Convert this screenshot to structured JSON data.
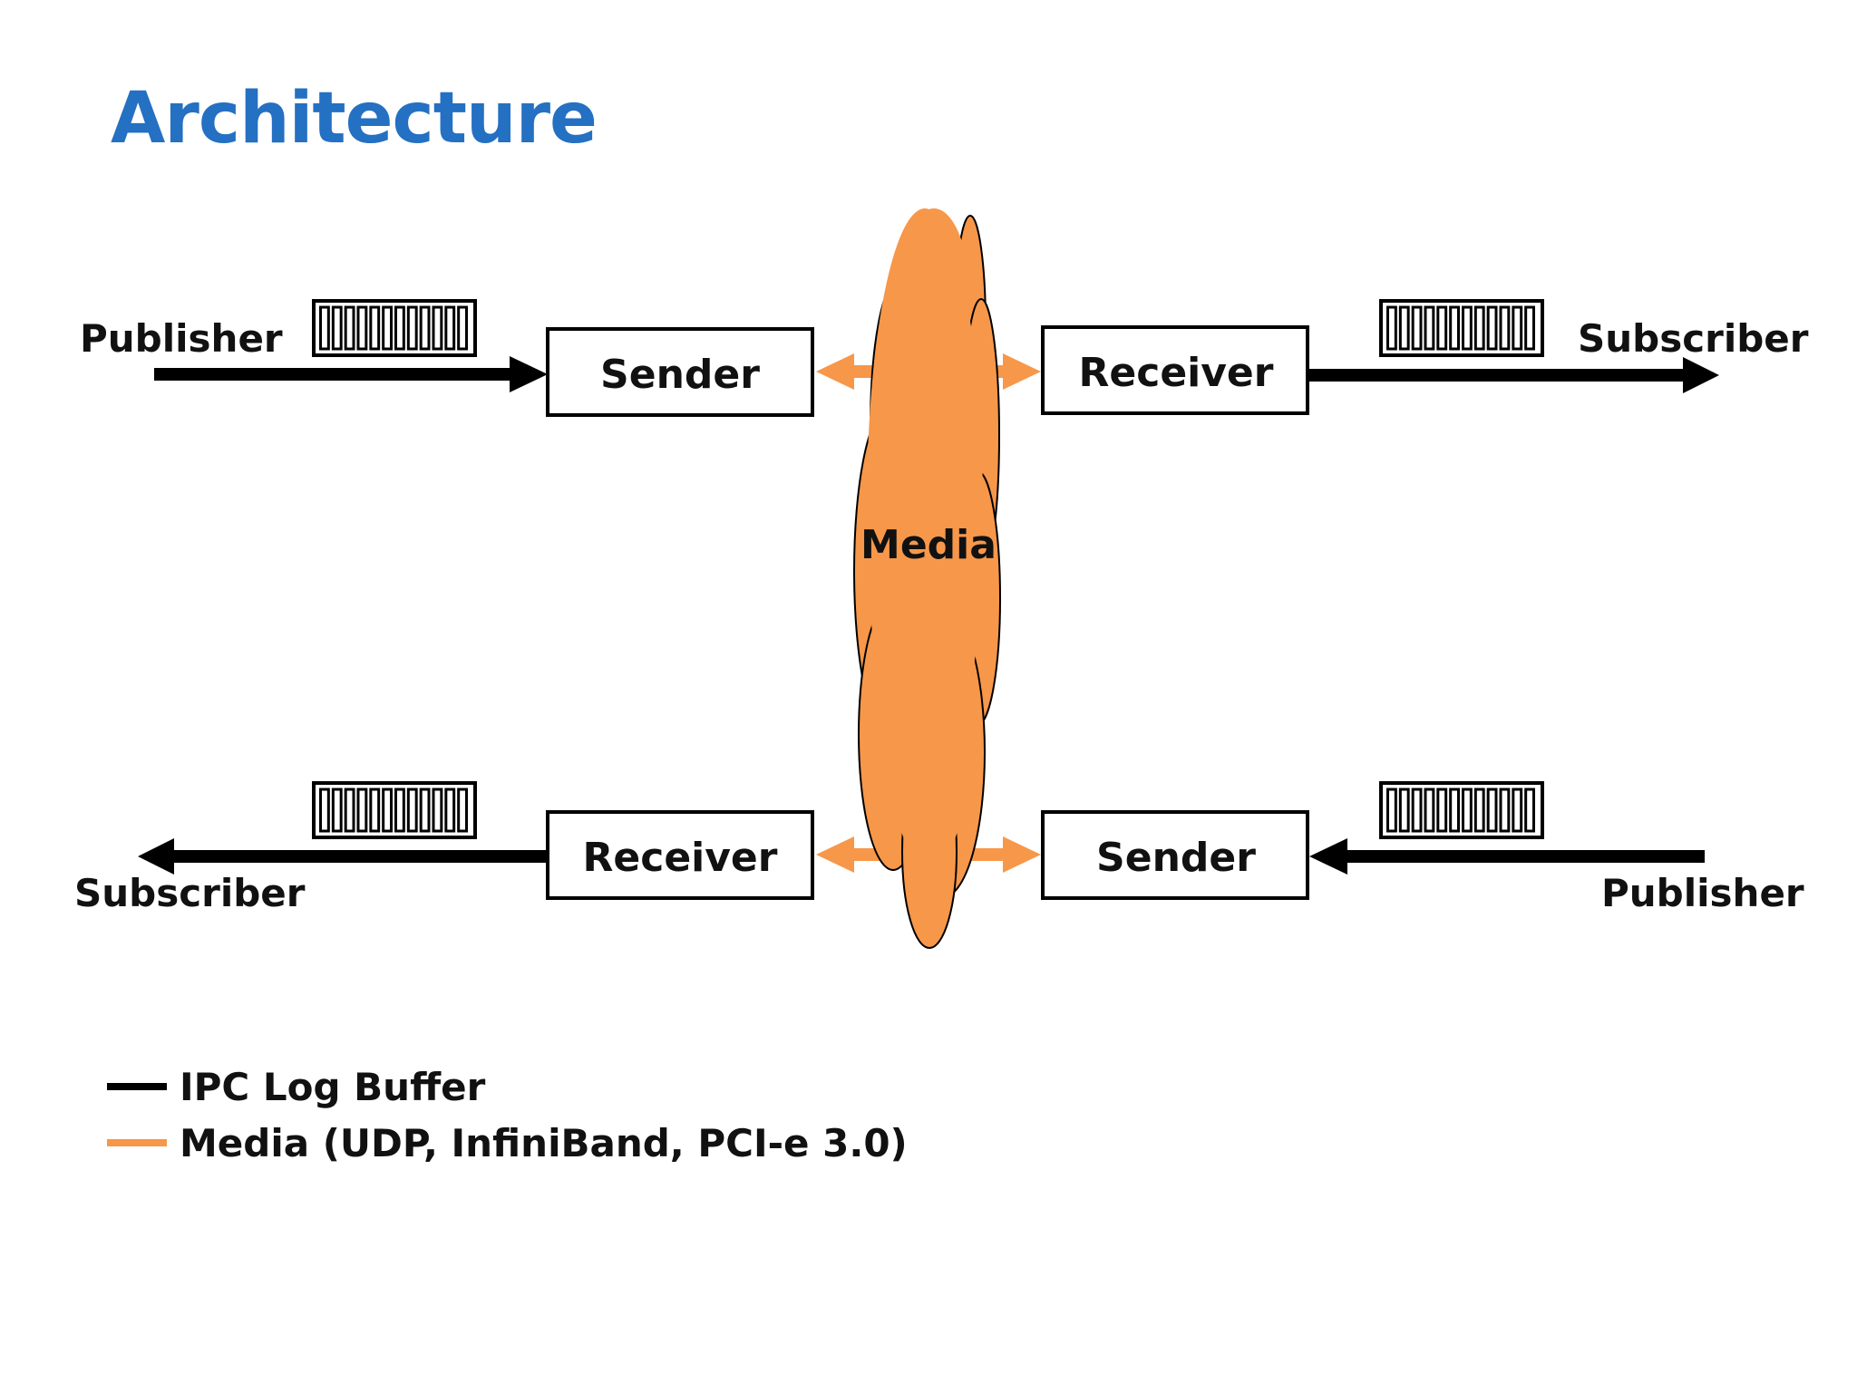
{
  "title": "Architecture",
  "colors": {
    "title": "#2470c2",
    "ipc": "#000000",
    "media": "#f7974a"
  },
  "top_row": {
    "publisher": "Publisher",
    "sender": "Sender",
    "receiver": "Receiver",
    "subscriber": "Subscriber"
  },
  "bottom_row": {
    "subscriber": "Subscriber",
    "receiver": "Receiver",
    "sender": "Sender",
    "publisher": "Publisher"
  },
  "media_cloud": {
    "label": "Media"
  },
  "legend": [
    {
      "label": "IPC Log Buffer",
      "color": "#000000"
    },
    {
      "label": "Media (UDP, InfiniBand, PCI-e 3.0)",
      "color": "#f7974a"
    }
  ]
}
